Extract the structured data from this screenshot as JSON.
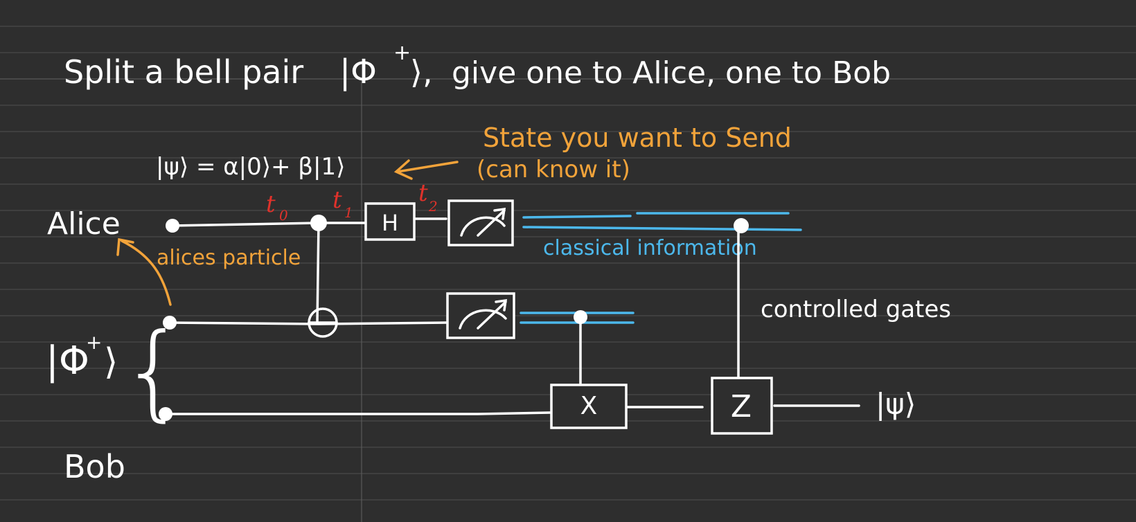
{
  "heading": {
    "part1": "Split a bell pair",
    "ket": "|Φ",
    "ket_sup": "+",
    "ket_close": "⟩,",
    "part2": "give one to Alice, one to Bob"
  },
  "psi_equation": "|ψ⟩ = α|0⟩+ β|1⟩",
  "note_state": {
    "line1": "State you want to Send",
    "line2": "(can know it)"
  },
  "alice_label": "Alice",
  "bob_label": "Bob",
  "alices_particle": "alices particle",
  "bell_state": {
    "ket": "|Φ",
    "sup": "+",
    "close": "⟩",
    "brace": "{"
  },
  "time_labels": [
    {
      "main": "t",
      "sub": "0"
    },
    {
      "main": "t",
      "sub": "1"
    },
    {
      "main": "t",
      "sub": "2"
    }
  ],
  "gates": {
    "hadamard": "H",
    "x": "X",
    "z": "Z"
  },
  "classical_info": "classical information",
  "controlled_gates": "controlled gates",
  "output_state": "|ψ⟩",
  "colors": {
    "background": "#2e2e2e",
    "ink_white": "#ffffff",
    "ink_orange": "#f2a33a",
    "ink_blue": "#4cb8ec",
    "ink_red": "#e0322b"
  }
}
